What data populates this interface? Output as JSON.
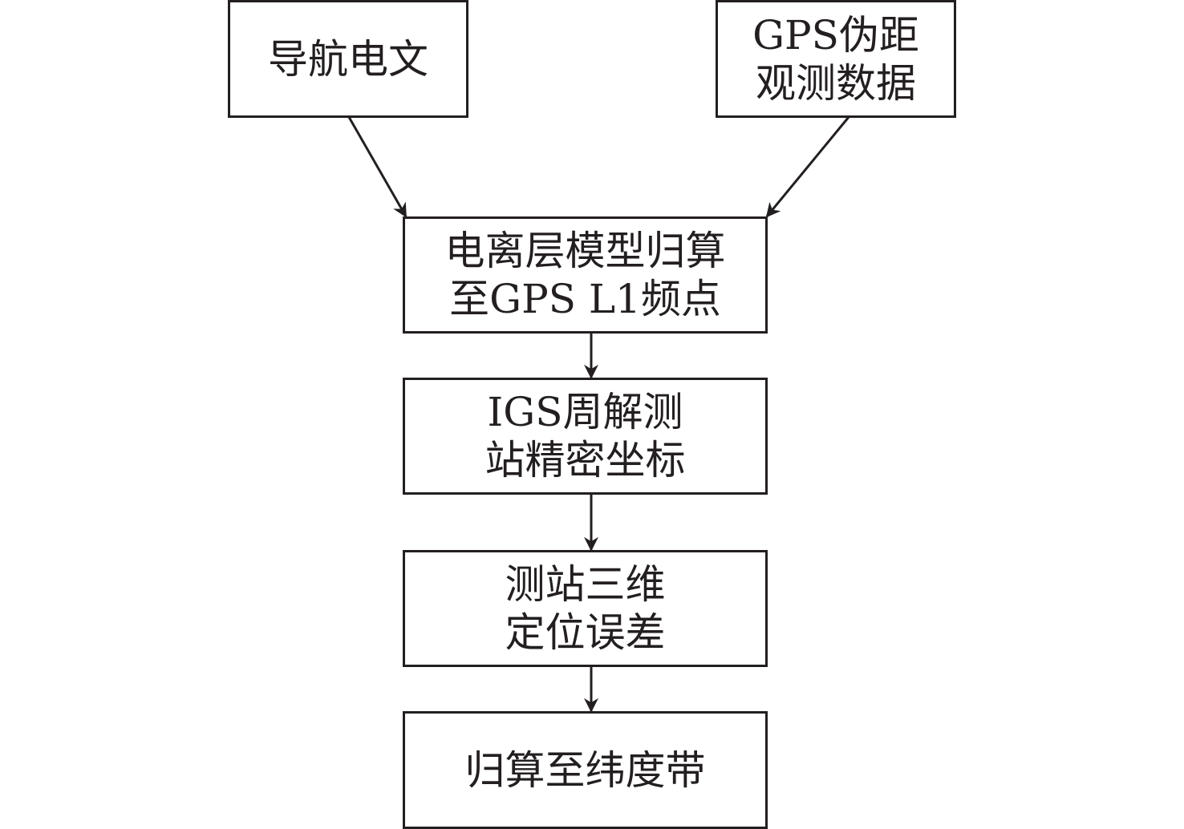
{
  "diagram": {
    "type": "flowchart",
    "colors": {
      "stroke": "#231f20",
      "text": "#231f20",
      "background": "#ffffff"
    },
    "nodes": [
      {
        "id": "nav-message",
        "lines": [
          "导航电文"
        ]
      },
      {
        "id": "gps-pseudorange",
        "lines": [
          "GPS伪距",
          "观测数据"
        ]
      },
      {
        "id": "ionosphere-model",
        "lines": [
          "电离层模型归算",
          "至GPS L1频点"
        ]
      },
      {
        "id": "igs-coordinates",
        "lines": [
          "IGS周解测",
          "站精密坐标"
        ]
      },
      {
        "id": "positioning-error",
        "lines": [
          "测站三维",
          "定位误差"
        ]
      },
      {
        "id": "latitude-band",
        "lines": [
          "归算至纬度带"
        ]
      }
    ],
    "edges": [
      {
        "from": "nav-message",
        "to": "ionosphere-model"
      },
      {
        "from": "gps-pseudorange",
        "to": "ionosphere-model"
      },
      {
        "from": "ionosphere-model",
        "to": "igs-coordinates"
      },
      {
        "from": "igs-coordinates",
        "to": "positioning-error"
      },
      {
        "from": "positioning-error",
        "to": "latitude-band"
      }
    ]
  }
}
